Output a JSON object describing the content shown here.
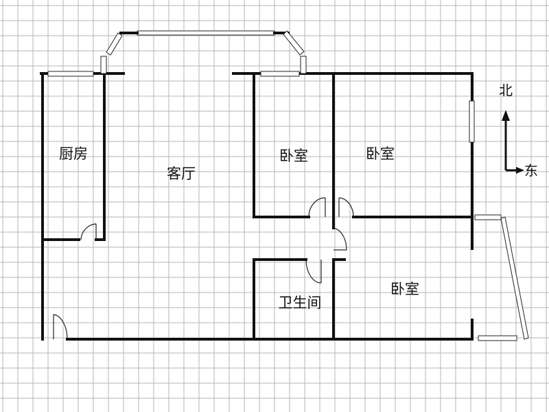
{
  "rooms": {
    "kitchen": "厨房",
    "living_room": "客厅",
    "bedroom_a": "卧室",
    "bedroom_b": "卧室",
    "bedroom_c": "卧室",
    "bathroom": "卫生间"
  },
  "compass": {
    "north": "北",
    "east": "东"
  },
  "colors": {
    "wall": "#111111",
    "grid": "#b5b5b5",
    "background": "#ffffff"
  }
}
